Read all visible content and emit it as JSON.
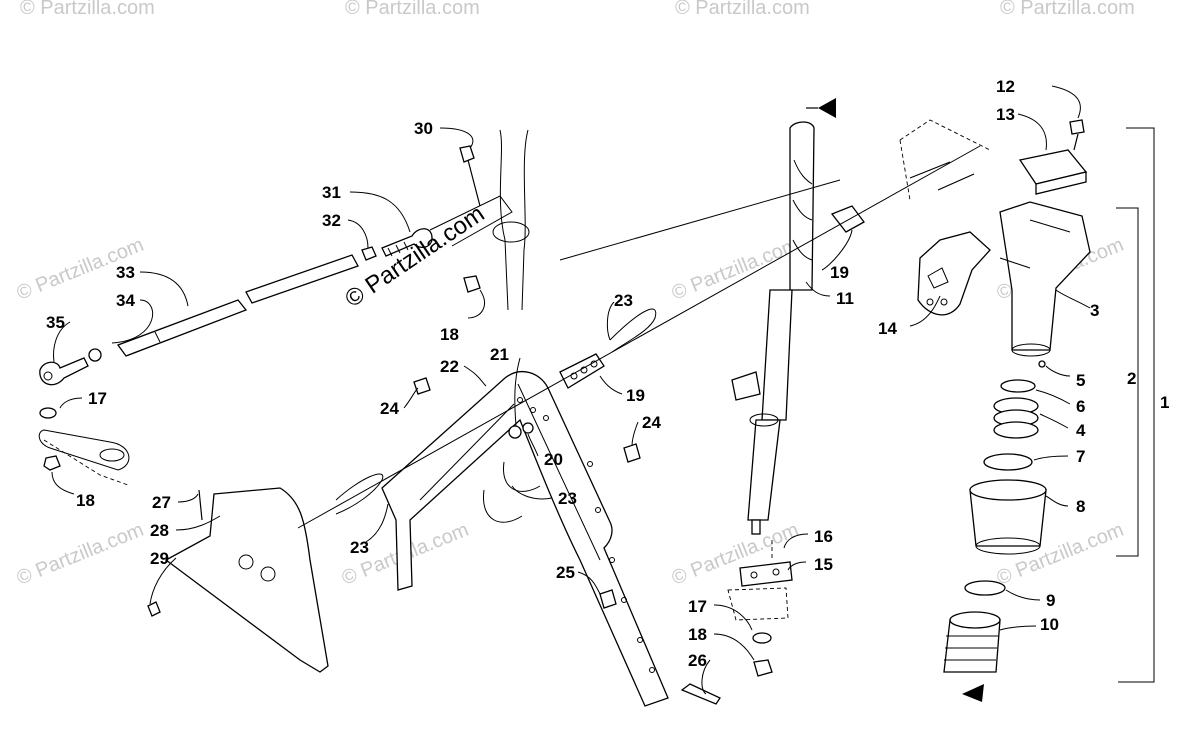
{
  "watermark": {
    "brand": "© Partzilla.com",
    "center": "© Partzilla.com"
  },
  "callouts": {
    "c1": "1",
    "c2": "2",
    "c3": "3",
    "c4": "4",
    "c5": "5",
    "c6": "6",
    "c7": "7",
    "c8": "8",
    "c9": "9",
    "c10": "10",
    "c11": "11",
    "c12": "12",
    "c13": "13",
    "c14": "14",
    "c15": "15",
    "c16": "16",
    "c17a": "17",
    "c17b": "17",
    "c18a": "18",
    "c18b": "18",
    "c18c": "18",
    "c19a": "19",
    "c19b": "19",
    "c20": "20",
    "c21": "21",
    "c22": "22",
    "c23a": "23",
    "c23b": "23",
    "c23c": "23",
    "c24a": "24",
    "c24b": "24",
    "c25": "25",
    "c26": "26",
    "c27": "27",
    "c28": "28",
    "c29": "29",
    "c30": "30",
    "c31": "31",
    "c32": "32",
    "c33": "33",
    "c34": "34",
    "c35": "35"
  }
}
